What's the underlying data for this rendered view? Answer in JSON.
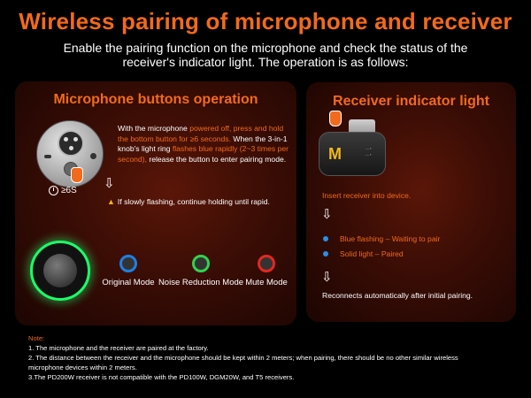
{
  "header": {
    "title": "Wireless pairing of microphone and receiver",
    "subtitle": "Enable the pairing function on the microphone and check the status of the receiver's indicator light. The operation is as follows:"
  },
  "left_panel": {
    "title": "Microphone buttons operation",
    "timer_label": "≥6S",
    "instruction": {
      "p1": "With the microphone ",
      "p2": "powered off, press and hold the bottom button for ≥6 seconds.",
      "p3": " When the 3-in-1 knob's light ring ",
      "p4": "flashes blue rapidly (2~3 times per second),",
      "p5": " release the button to enter pairing mode."
    },
    "warning": "If slowly flashing, continue holding until rapid.",
    "modes": [
      {
        "label": "Original Mode",
        "color": "#1e7fe3"
      },
      {
        "label": "Noise Reduction Mode",
        "color": "#2fd44a"
      },
      {
        "label": "Mute Mode",
        "color": "#e3281e"
      }
    ]
  },
  "right_panel": {
    "title": "Receiver indicator light",
    "logo": "M",
    "insert_text": "Insert receiver into device.",
    "states": [
      {
        "text": "Blue flashing – Waiting to pair"
      },
      {
        "text": "Solid light – Paired"
      }
    ],
    "reconnect_text": "Reconnects automatically after initial pairing."
  },
  "notes": {
    "label": "Note:",
    "items": [
      "1. The microphone and the receiver are paired at the factory.",
      "2. The distance between the receiver and the microphone should be kept within 2 meters; when pairing, there should be no other similar wireless microphone devices within 2 meters.",
      "3.The PD200W receiver is not compatible with the PD100W, DGM20W, and T5 receivers."
    ]
  },
  "colors": {
    "accent": "#f26a1b",
    "panel_bg": "#3a0d05",
    "knob_ring": "#1aff6a"
  }
}
